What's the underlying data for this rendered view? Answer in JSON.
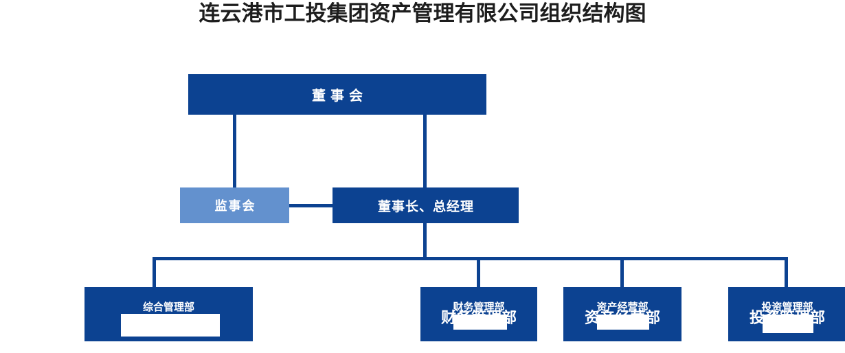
{
  "title": "连云港市工投集团资产管理有限公司组织结构图",
  "colors": {
    "primary_dark_blue": "#0C4291",
    "secondary_light_blue": "#6391CE",
    "title_text": "#1D1D1D",
    "node_text": "#FFFFFF",
    "background": "#FFFFFF"
  },
  "nodes": {
    "board": {
      "label": "董事会"
    },
    "supervisors": {
      "label": "监事会"
    },
    "chairman": {
      "label": "董事长、总经理"
    }
  },
  "departments": [
    {
      "label": "综合管理部",
      "ghost_label": "综合管理部"
    },
    {
      "label": "财务管理部",
      "ghost_label": "财务管理部"
    },
    {
      "label": "资产经营部",
      "ghost_label": "资产经营部"
    },
    {
      "label": "投资管理部",
      "ghost_label": "投资管理部"
    }
  ]
}
